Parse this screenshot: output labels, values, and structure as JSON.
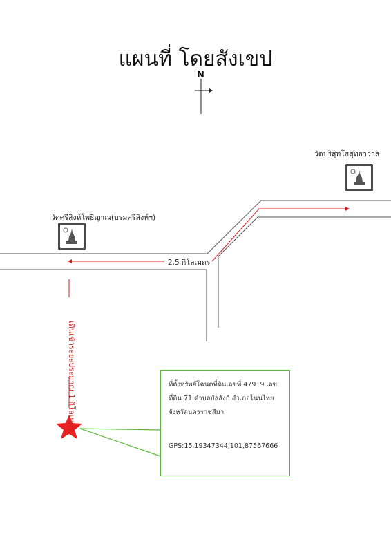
{
  "map": {
    "title": "แผนที่ โดยสังเขป",
    "north_label": "N",
    "temple_west": {
      "label": "วัดศรีสิงห์โพธิญาณ(บรมศรีสิงห์ฯ)",
      "icon": "temple-icon"
    },
    "temple_east": {
      "label": "วัดปริสุทโธสุทธาวาส",
      "icon": "temple-icon"
    },
    "distance_label": "2.5 กิโลเมตร",
    "walk_label": "เดินเข้าระยะประมาณ 1 กิโลเมตร",
    "location": {
      "marker": "star-icon",
      "address": "ที่ตั้งทรัพย์โฉนดที่ดินเลขที่ 47919 เลขที่ดิน 71 ตำบลบัลลังก์ อำเภอโนนไทย จังหวัดนครราชสีมา",
      "gps": "GPS:15.19347344,101,87567666"
    },
    "colors": {
      "road": "#555555",
      "route": "#d42020",
      "marker": "#e8201f",
      "callout": "#5cb83a",
      "icon_bg": "#4a4a4a"
    }
  }
}
